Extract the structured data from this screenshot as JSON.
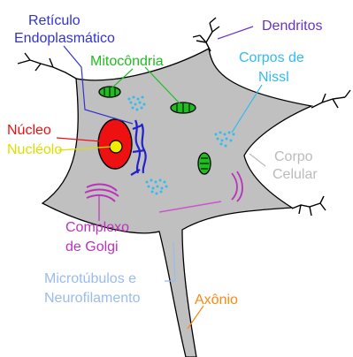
{
  "labels": {
    "reticulo_1": "Retículo",
    "reticulo_2": "Endoplasmático",
    "mitocondria": "Mitocôndria",
    "dendritos": "Dendritos",
    "nissl_1": "Corpos de",
    "nissl_2": "Nissl",
    "nucleo": "Núcleo",
    "nucleolo": "Nucléolo",
    "corpo_1": "Corpo",
    "corpo_2": "Celular",
    "golgi_1": "Complexo",
    "golgi_2": "de Golgi",
    "micro_1": "Microtúbulos e",
    "micro_2": "Neurofilamento",
    "axonio": "Axônio"
  },
  "colors": {
    "reticulo": "#3333cc",
    "mitocondria": "#22bb22",
    "dendritos": "#6633cc",
    "nissl": "#33bbee",
    "nucleo": "#ee1111",
    "nucleolo": "#dddd00",
    "corpo": "#bbbbbb",
    "golgi": "#bb33bb",
    "micro": "#99bbee",
    "axonio": "#ff8811",
    "cell_fill": "#c0c0c0"
  }
}
